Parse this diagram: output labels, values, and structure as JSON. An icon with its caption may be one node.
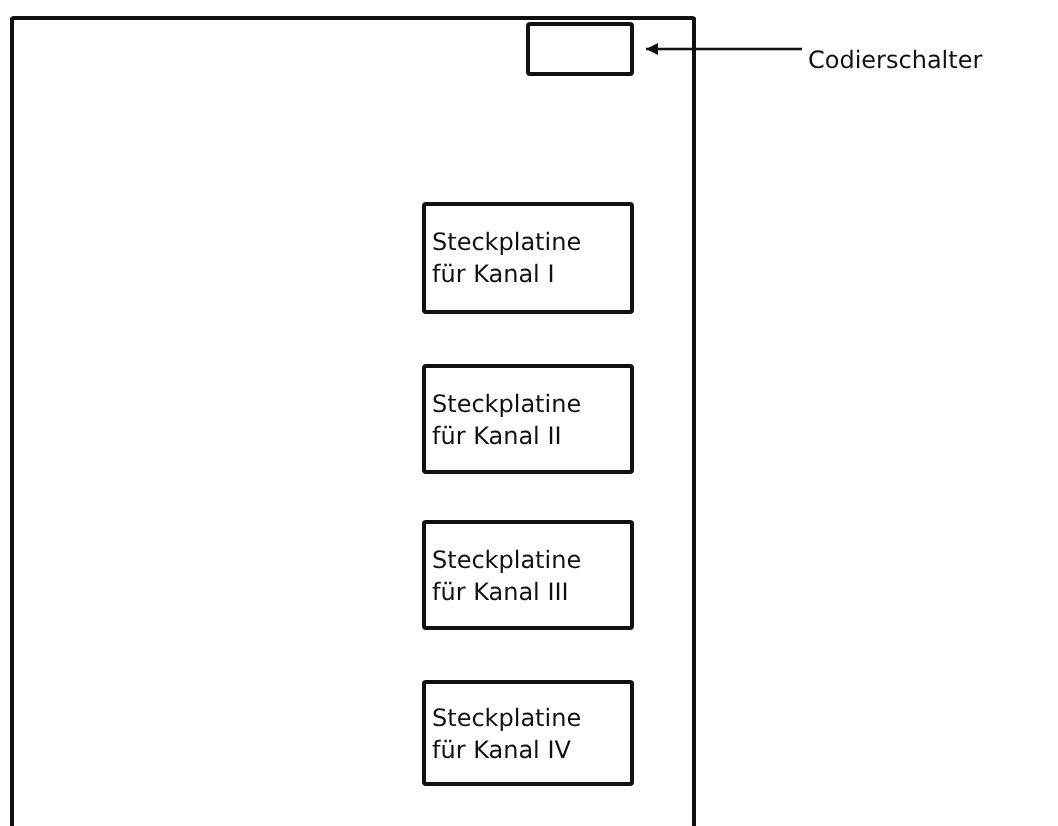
{
  "diagram": {
    "nodes": [
      {
        "text": [],
        "shape": "box"
      },
      {
        "text": [],
        "shape": "box",
        "in": 0
      },
      {
        "text": [
          "Codierschalter"
        ]
      },
      {
        "text": [
          "Steckplatine für Kanal I"
        ],
        "in": 0
      },
      {
        "text": [
          "Steckplatine für Kanal II"
        ],
        "in": 0
      },
      {
        "text": [
          "Steckplatine für Kanal III"
        ],
        "in": 0
      },
      {
        "text": [
          "Steckplatine für Kanal IV"
        ],
        "in": 0
      }
    ],
    "edges": [
      {
        "from": 2,
        "to": 1,
        "arrow": "to"
      }
    ]
  }
}
